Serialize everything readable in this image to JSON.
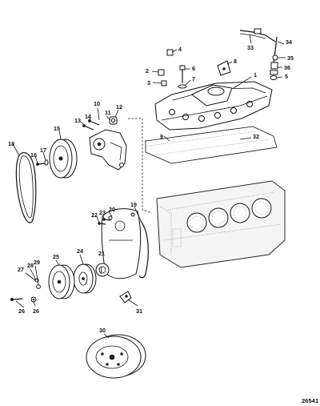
{
  "figure_number": "26541",
  "callouts": [
    "1",
    "2",
    "3",
    "4",
    "5",
    "6",
    "7",
    "8",
    "9",
    "10",
    "11",
    "12",
    "13",
    "14",
    "15",
    "16",
    "17",
    "18",
    "19",
    "20",
    "21",
    "22",
    "23",
    "24",
    "25",
    "26",
    "26",
    "27",
    "28",
    "29",
    "30",
    "31",
    "32",
    "33",
    "34",
    "35",
    "36"
  ]
}
